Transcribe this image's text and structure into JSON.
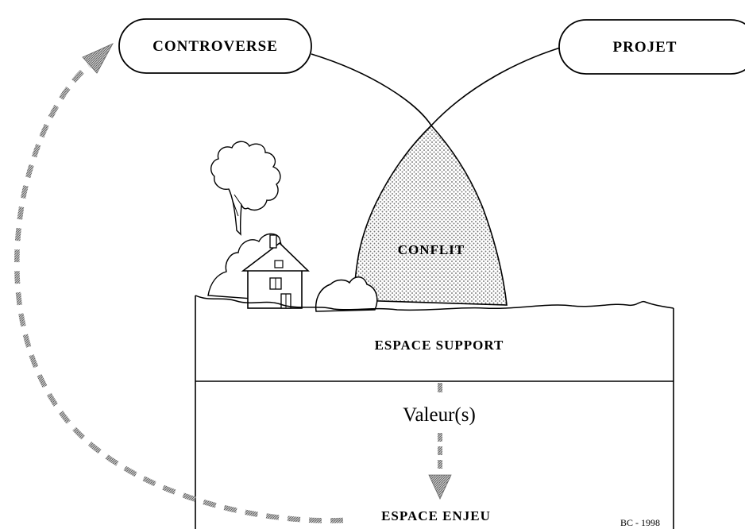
{
  "nodes": {
    "controverse": "CONTROVERSE",
    "projet": "PROJET",
    "conflit": "CONFLIT",
    "espace_support": "ESPACE SUPPORT",
    "espace_enjeu": "ESPACE ENJEU",
    "valeurs": "Valeur(s)"
  },
  "credit": "BC - 1998",
  "colors": {
    "ink": "#000000",
    "arrow_gray": "#9a9a9a",
    "conflict_dots": "#7a7a7a"
  }
}
